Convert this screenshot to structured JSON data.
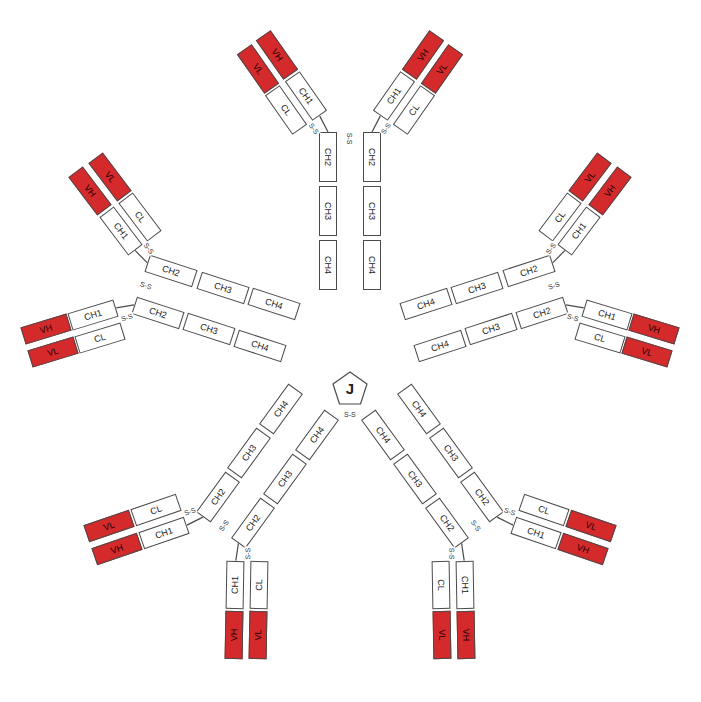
{
  "diagram": {
    "nodes": [
      {
        "text": [
          "VL"
        ]
      },
      {
        "text": [
          "CL"
        ]
      },
      {
        "text": [
          "VH"
        ]
      },
      {
        "text": [
          "CH1"
        ]
      },
      {
        "text": [
          "VH"
        ]
      },
      {
        "text": [
          "CH1"
        ]
      },
      {
        "text": [
          "VL"
        ]
      },
      {
        "text": [
          "CL"
        ]
      },
      {
        "text": [
          "CH2"
        ]
      },
      {
        "text": [
          "CH3"
        ]
      },
      {
        "text": [
          "CH4"
        ]
      },
      {
        "text": [
          "CH2"
        ]
      },
      {
        "text": [
          "CH3"
        ]
      },
      {
        "text": [
          "CH4"
        ]
      },
      {
        "text": [
          "VL"
        ]
      },
      {
        "text": [
          "CL"
        ]
      },
      {
        "text": [
          "VH"
        ]
      },
      {
        "text": [
          "CH1"
        ]
      },
      {
        "text": [
          "VH"
        ]
      },
      {
        "text": [
          "CH1"
        ]
      },
      {
        "text": [
          "VL"
        ]
      },
      {
        "text": [
          "CL"
        ]
      },
      {
        "text": [
          "CH2"
        ]
      },
      {
        "text": [
          "CH3"
        ]
      },
      {
        "text": [
          "CH4"
        ]
      },
      {
        "text": [
          "CH2"
        ]
      },
      {
        "text": [
          "CH3"
        ]
      },
      {
        "text": [
          "CH4"
        ]
      },
      {
        "text": [
          "VL"
        ]
      },
      {
        "text": [
          "CL"
        ]
      },
      {
        "text": [
          "VH"
        ]
      },
      {
        "text": [
          "CH1"
        ]
      },
      {
        "text": [
          "VH"
        ]
      },
      {
        "text": [
          "CH1"
        ]
      },
      {
        "text": [
          "VL"
        ]
      },
      {
        "text": [
          "CL"
        ]
      },
      {
        "text": [
          "CH2"
        ]
      },
      {
        "text": [
          "CH3"
        ]
      },
      {
        "text": [
          "CH4"
        ]
      },
      {
        "text": [
          "CH2"
        ]
      },
      {
        "text": [
          "CH3"
        ]
      },
      {
        "text": [
          "CH4"
        ]
      },
      {
        "text": [
          "VL"
        ]
      },
      {
        "text": [
          "CL"
        ]
      },
      {
        "text": [
          "VH"
        ]
      },
      {
        "text": [
          "CH1"
        ]
      },
      {
        "text": [
          "VH"
        ]
      },
      {
        "text": [
          "CH1"
        ]
      },
      {
        "text": [
          "VL"
        ]
      },
      {
        "text": [
          "CL"
        ]
      },
      {
        "text": [
          "CH2"
        ]
      },
      {
        "text": [
          "CH3"
        ]
      },
      {
        "text": [
          "CH4"
        ]
      },
      {
        "text": [
          "CH2"
        ]
      },
      {
        "text": [
          "CH3"
        ]
      },
      {
        "text": [
          "CH4"
        ]
      },
      {
        "text": [
          "VL"
        ]
      },
      {
        "text": [
          "CL"
        ]
      },
      {
        "text": [
          "VH"
        ]
      },
      {
        "text": [
          "CH1"
        ]
      },
      {
        "text": [
          "VH"
        ]
      },
      {
        "text": [
          "CH1"
        ]
      },
      {
        "text": [
          "VL"
        ]
      },
      {
        "text": [
          "CL"
        ]
      },
      {
        "text": [
          "CH2"
        ]
      },
      {
        "text": [
          "CH3"
        ]
      },
      {
        "text": [
          "CH4"
        ]
      },
      {
        "text": [
          "CH2"
        ]
      },
      {
        "text": [
          "CH3"
        ]
      },
      {
        "text": [
          "CH4"
        ]
      },
      {
        "text": [
          "J"
        ]
      }
    ],
    "edges": [
      {
        "from": 3,
        "to": 8,
        "arrow": "none"
      },
      {
        "from": 5,
        "to": 11,
        "arrow": "none"
      },
      {
        "from": 17,
        "to": 22,
        "arrow": "none"
      },
      {
        "from": 19,
        "to": 25,
        "arrow": "none"
      },
      {
        "from": 31,
        "to": 36,
        "arrow": "none"
      },
      {
        "from": 33,
        "to": 39,
        "arrow": "none"
      },
      {
        "from": 45,
        "to": 50,
        "arrow": "none"
      },
      {
        "from": 47,
        "to": 53,
        "arrow": "none"
      },
      {
        "from": 59,
        "to": 64,
        "arrow": "none"
      },
      {
        "from": 61,
        "to": 67,
        "arrow": "none"
      }
    ],
    "labels": [
      "S-S",
      "S-S",
      "S-S",
      "S-S",
      "S-S",
      "S-S",
      "S-S",
      "S-S",
      "S-S",
      "S-S",
      "S-S",
      "S-S",
      "S-S",
      "S-S",
      "S-S",
      "S-S"
    ]
  }
}
